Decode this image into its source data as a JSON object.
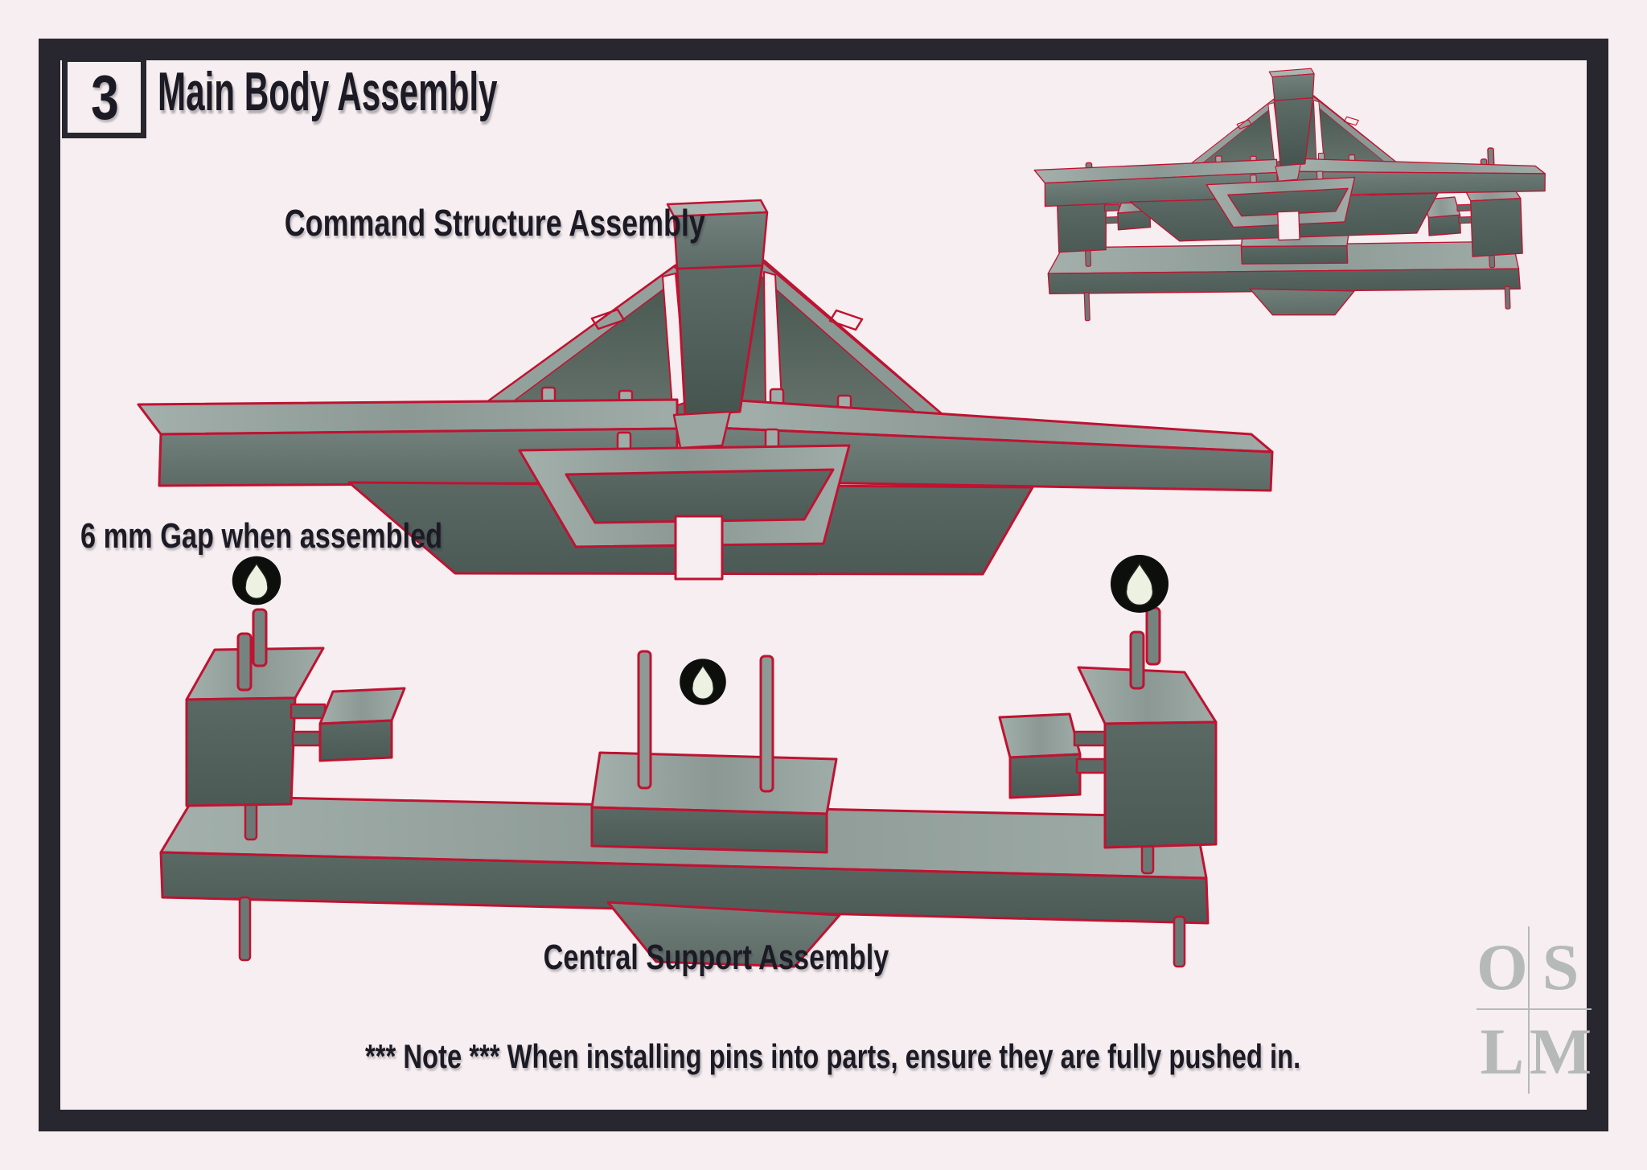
{
  "page": {
    "step_number": "3",
    "title": "Main Body Assembly"
  },
  "labels": {
    "command_structure": "Command Structure Assembly",
    "gap": "6 mm Gap when assembled",
    "central_support": "Central Support Assembly",
    "note": "*** Note *** When installing pins into parts, ensure they are fully pushed in."
  },
  "logo": {
    "tl": "O",
    "tr": "S",
    "bl": "L",
    "br": "M"
  },
  "icons": {
    "glue_drop": "glue-drop-icon",
    "glue_drop_count": 3
  },
  "views": {
    "main_render": "command-structure-assembly",
    "lower_render": "central-support-assembly",
    "corner_render": "combined-assembly-preview"
  },
  "colors": {
    "background": "#f6eef0",
    "frame": "#28262f",
    "text": "#1c1a24",
    "outline_red": "#c01231",
    "model_dark": "#55635f",
    "model_light": "#93a09c",
    "logo_gray": "#b5bab8"
  }
}
